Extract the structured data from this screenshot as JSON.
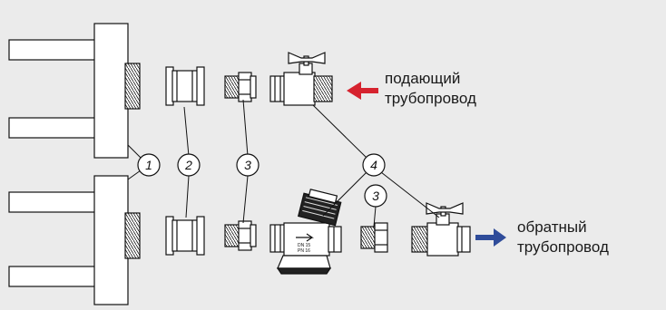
{
  "labels": {
    "supply_line_1": "подающий",
    "supply_line_2": "трубопровод",
    "return_line_1": "обратный",
    "return_line_2": "трубопровод"
  },
  "callouts": [
    "1",
    "2",
    "3",
    "4",
    "3"
  ],
  "valve_marks": {
    "dn": "DN 15",
    "pn": "PN 16"
  },
  "colors": {
    "background": "#ebebeb",
    "supply_arrow": "#d6232f",
    "return_arrow": "#2f4c9a",
    "line": "#111111"
  },
  "icons": {
    "supply_arrow": "arrow-left-icon",
    "return_arrow": "arrow-right-icon"
  }
}
